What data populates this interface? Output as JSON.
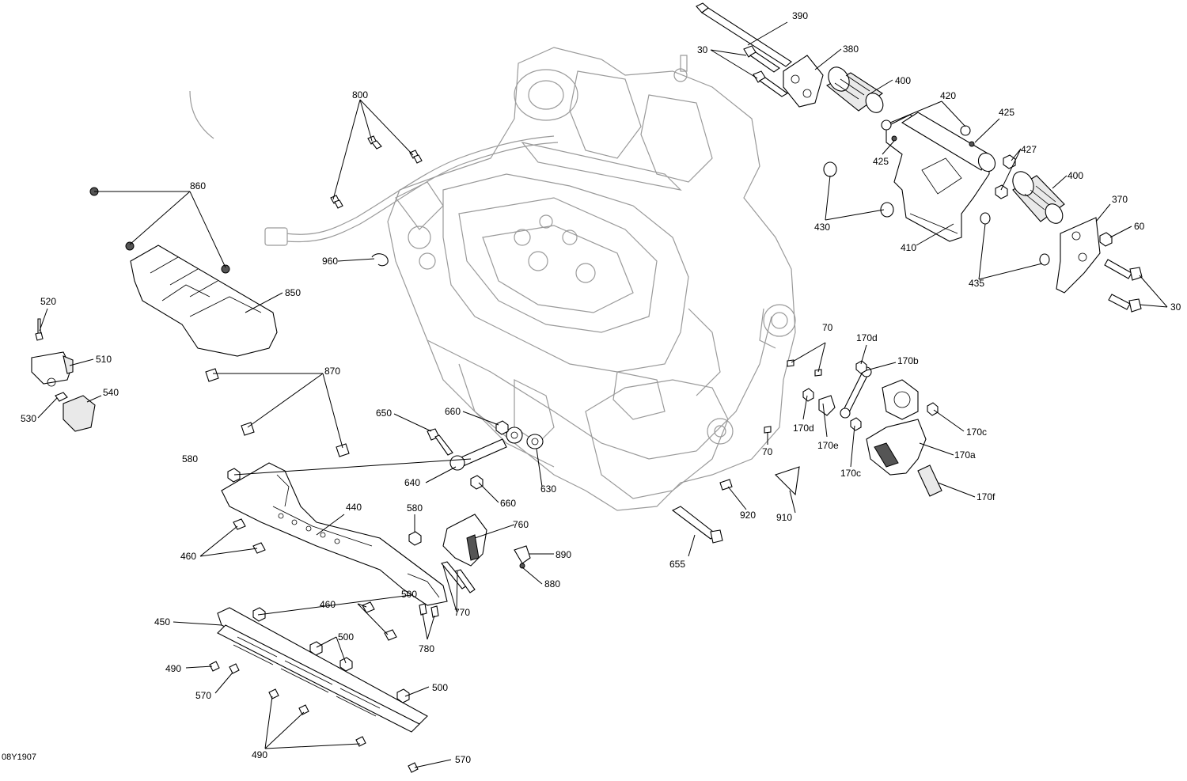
{
  "diagram": {
    "reference_code": "08Y1907",
    "callouts": [
      {
        "id": "c390",
        "label": "390"
      },
      {
        "id": "c30a",
        "label": "30"
      },
      {
        "id": "c380",
        "label": "380"
      },
      {
        "id": "c400a",
        "label": "400"
      },
      {
        "id": "c420",
        "label": "420"
      },
      {
        "id": "c425a",
        "label": "425"
      },
      {
        "id": "c425b",
        "label": "425"
      },
      {
        "id": "c427",
        "label": "427"
      },
      {
        "id": "c400b",
        "label": "400"
      },
      {
        "id": "c370",
        "label": "370"
      },
      {
        "id": "c60",
        "label": "60"
      },
      {
        "id": "c430",
        "label": "430"
      },
      {
        "id": "c410",
        "label": "410"
      },
      {
        "id": "c435",
        "label": "435"
      },
      {
        "id": "c30b",
        "label": "30"
      },
      {
        "id": "c800",
        "label": "800"
      },
      {
        "id": "c860",
        "label": "860"
      },
      {
        "id": "c960",
        "label": "960"
      },
      {
        "id": "c850",
        "label": "850"
      },
      {
        "id": "c520",
        "label": "520"
      },
      {
        "id": "c510",
        "label": "510"
      },
      {
        "id": "c540",
        "label": "540"
      },
      {
        "id": "c530",
        "label": "530"
      },
      {
        "id": "c870",
        "label": "870"
      },
      {
        "id": "c70a",
        "label": "70"
      },
      {
        "id": "c170d_top",
        "label": "170d"
      },
      {
        "id": "c170b",
        "label": "170b"
      },
      {
        "id": "c170d_mid",
        "label": "170d"
      },
      {
        "id": "c170c_right",
        "label": "170c"
      },
      {
        "id": "c170e",
        "label": "170e"
      },
      {
        "id": "c70b",
        "label": "70"
      },
      {
        "id": "c170a",
        "label": "170a"
      },
      {
        "id": "c170c_low",
        "label": "170c"
      },
      {
        "id": "c170f",
        "label": "170f"
      },
      {
        "id": "c650",
        "label": "650"
      },
      {
        "id": "c660a",
        "label": "660"
      },
      {
        "id": "c640",
        "label": "640"
      },
      {
        "id": "c630",
        "label": "630"
      },
      {
        "id": "c660b",
        "label": "660"
      },
      {
        "id": "c580a",
        "label": "580"
      },
      {
        "id": "c440",
        "label": "440"
      },
      {
        "id": "c580b",
        "label": "580"
      },
      {
        "id": "c760",
        "label": "760"
      },
      {
        "id": "c890",
        "label": "890"
      },
      {
        "id": "c880",
        "label": "880"
      },
      {
        "id": "c460a",
        "label": "460"
      },
      {
        "id": "c770",
        "label": "770"
      },
      {
        "id": "c920",
        "label": "920"
      },
      {
        "id": "c910",
        "label": "910"
      },
      {
        "id": "c655",
        "label": "655"
      },
      {
        "id": "c500a",
        "label": "500"
      },
      {
        "id": "c460b",
        "label": "460"
      },
      {
        "id": "c450",
        "label": "450"
      },
      {
        "id": "c500b",
        "label": "500"
      },
      {
        "id": "c780",
        "label": "780"
      },
      {
        "id": "c490a",
        "label": "490"
      },
      {
        "id": "c570a",
        "label": "570"
      },
      {
        "id": "c500c",
        "label": "500"
      },
      {
        "id": "c490b",
        "label": "490"
      },
      {
        "id": "c570b",
        "label": "570"
      }
    ]
  }
}
